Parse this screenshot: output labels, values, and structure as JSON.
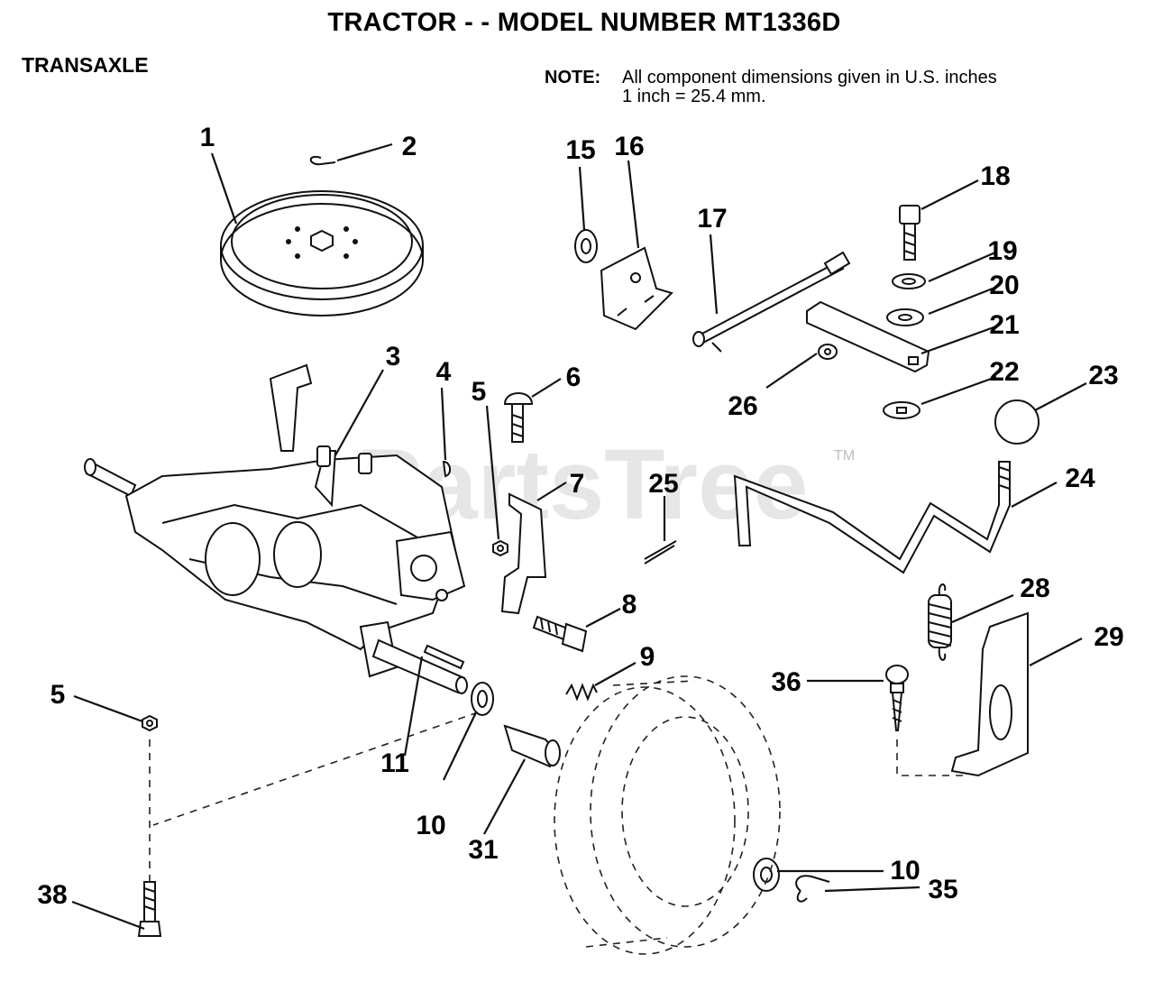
{
  "header": {
    "title": "TRACTOR - - MODEL NUMBER MT1336D",
    "section": "TRANSAXLE",
    "note_label": "NOTE:",
    "note_line1": "All component dimensions given in U.S. inches",
    "note_line2": "1 inch = 25.4 mm."
  },
  "watermark": {
    "text": "PartsTree",
    "tm": "TM"
  },
  "callouts": {
    "c1": "1",
    "c2": "2",
    "c3": "3",
    "c4": "4",
    "c5a": "5",
    "c5b": "5",
    "c6": "6",
    "c7": "7",
    "c8": "8",
    "c9": "9",
    "c10a": "10",
    "c10b": "10",
    "c11": "11",
    "c15": "15",
    "c16": "16",
    "c17": "17",
    "c18": "18",
    "c19": "19",
    "c20": "20",
    "c21": "21",
    "c22": "22",
    "c23": "23",
    "c24": "24",
    "c25": "25",
    "c26": "26",
    "c28": "28",
    "c29": "29",
    "c31": "31",
    "c35": "35",
    "c36": "36",
    "c38": "38"
  }
}
